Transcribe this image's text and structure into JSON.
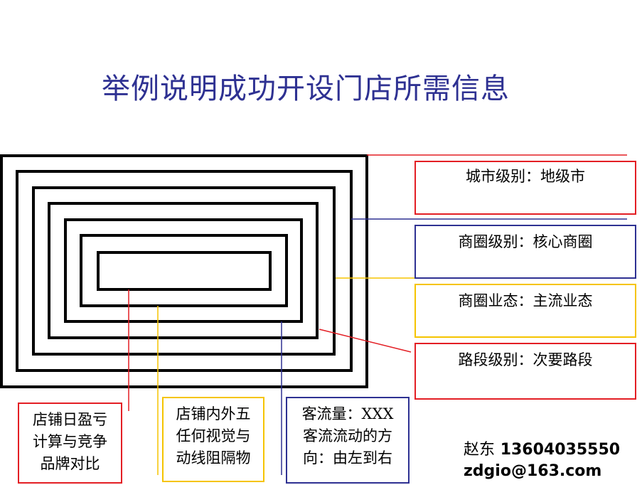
{
  "title": "举例说明成功开设门店所需信息",
  "right_labels": [
    {
      "text": "城市级别：地级市",
      "color": "#e31e24"
    },
    {
      "text": "商圈级别：核心商圈",
      "color": "#2e3192"
    },
    {
      "text": "商圈业态：主流业态",
      "color": "#f5c400"
    },
    {
      "text": "路段级别：次要路段",
      "color": "#e31e24"
    }
  ],
  "bottom_labels": [
    {
      "lines": [
        "店铺日盈亏",
        "计算与竞争",
        "品牌对比"
      ],
      "color": "#e31e24"
    },
    {
      "lines": [
        "店铺内外五",
        "任何视觉与",
        "动线阻隔物"
      ],
      "color": "#f5c400"
    },
    {
      "lines": [
        "客流量：XXX",
        "客流流动的方",
        "向：由左到右"
      ],
      "color": "#2e3192"
    }
  ],
  "contact": {
    "name": "赵东",
    "phone": "13604035550",
    "email": "zdgio@163.com"
  }
}
